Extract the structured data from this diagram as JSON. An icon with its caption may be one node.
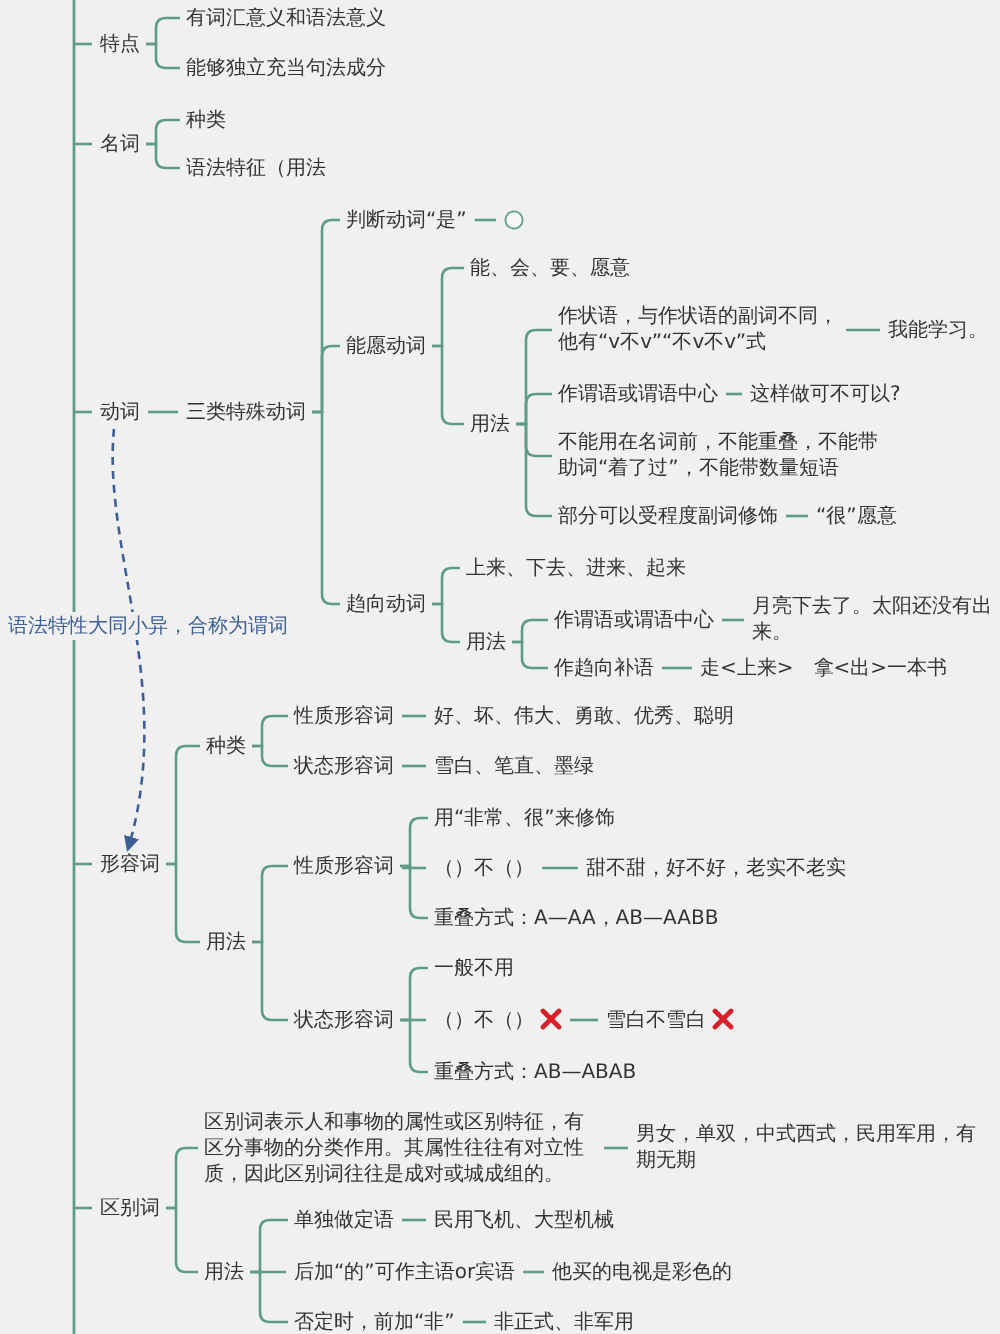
{
  "diagram": {
    "nodes": [
      {
        "text": [
          "特点"
        ]
      },
      {
        "text": [
          "有词汇意义和语法意义"
        ]
      },
      {
        "text": [
          "能够独立充当句法成分"
        ]
      },
      {
        "text": [
          "名词"
        ]
      },
      {
        "text": [
          "种类"
        ]
      },
      {
        "text": [
          "语法特征（用法"
        ]
      },
      {
        "text": [
          "动词"
        ]
      },
      {
        "text": [
          "三类特殊动词"
        ]
      },
      {
        "text": [
          "判断动词“是”"
        ]
      },
      {
        "text": [],
        "shape": "circle"
      },
      {
        "text": [
          "能愿动词"
        ]
      },
      {
        "text": [
          "能、会、要、愿意"
        ]
      },
      {
        "text": [
          "用法"
        ]
      },
      {
        "text": [
          "作状语，与作状语的副词不同，他有“v不v”“不v不v”式"
        ]
      },
      {
        "text": [
          "我能学习。"
        ]
      },
      {
        "text": [
          "作谓语或谓语中心"
        ]
      },
      {
        "text": [
          "这样做可不可以?"
        ]
      },
      {
        "text": [
          "不能用在名词前，不能重叠，不能带助词“着了过”，不能带数量短语"
        ]
      },
      {
        "text": [
          "部分可以受程度副词修饰"
        ]
      },
      {
        "text": [
          "“很”愿意"
        ]
      },
      {
        "text": [
          "趋向动词"
        ]
      },
      {
        "text": [
          "上来、下去、进来、起来"
        ]
      },
      {
        "text": [
          "用法"
        ]
      },
      {
        "text": [
          "作谓语或谓语中心"
        ]
      },
      {
        "text": [
          "月亮下去了。太阳还没有出来。"
        ]
      },
      {
        "text": [
          "作趋向补语"
        ]
      },
      {
        "text": [
          "走<上来>　拿<出>一本书"
        ]
      },
      {
        "text": [
          "形容词"
        ]
      },
      {
        "text": [
          "种类"
        ]
      },
      {
        "text": [
          "性质形容词"
        ]
      },
      {
        "text": [
          "好、坏、伟大、勇敢、优秀、聪明"
        ]
      },
      {
        "text": [
          "状态形容词"
        ]
      },
      {
        "text": [
          "雪白、笔直、墨绿"
        ]
      },
      {
        "text": [
          "用法"
        ]
      },
      {
        "text": [
          "性质形容词"
        ]
      },
      {
        "text": [
          "用“非常、很”来修饰"
        ]
      },
      {
        "text": [
          "（）不（）"
        ]
      },
      {
        "text": [
          "甜不甜，好不好，老实不老实"
        ]
      },
      {
        "text": [
          "重叠方式：A—AA，AB—AABB"
        ]
      },
      {
        "text": [
          "状态形容词"
        ]
      },
      {
        "text": [
          "一般不用"
        ]
      },
      {
        "text": [
          "（）不（）"
        ]
      },
      {
        "text": [
          "雪白不雪白"
        ]
      },
      {
        "text": [
          "重叠方式：AB—ABAB"
        ]
      },
      {
        "text": [
          "区别词"
        ]
      },
      {
        "text": [
          "区别词表示人和事物的属性或区别特征，有区分事物的分类作用。其属性往往有对立性质，因此区别词往往是成对或城成组的。"
        ]
      },
      {
        "text": [
          "男女，单双，中式西式，民用军用，有期无期"
        ]
      },
      {
        "text": [
          "用法"
        ]
      },
      {
        "text": [
          "单独做定语"
        ]
      },
      {
        "text": [
          "民用飞机、大型机械"
        ]
      },
      {
        "text": [
          "后加“的”可作主语or宾语"
        ]
      },
      {
        "text": [
          "他买的电视是彩色的"
        ]
      },
      {
        "text": [
          "否定时，前加“非”"
        ]
      },
      {
        "text": [
          "非正式、非军用"
        ]
      }
    ],
    "edges": [
      {
        "from": null,
        "to": 0,
        "arrow": "none"
      },
      {
        "from": 0,
        "to": 1,
        "arrow": "none"
      },
      {
        "from": 0,
        "to": 2,
        "arrow": "none"
      },
      {
        "from": null,
        "to": 3,
        "arrow": "none"
      },
      {
        "from": 3,
        "to": 4,
        "arrow": "none"
      },
      {
        "from": 3,
        "to": 5,
        "arrow": "none"
      },
      {
        "from": null,
        "to": 6,
        "arrow": "none"
      },
      {
        "from": 6,
        "to": 7,
        "arrow": "none"
      },
      {
        "from": 7,
        "to": 8,
        "arrow": "none"
      },
      {
        "from": 8,
        "to": 9,
        "arrow": "none"
      },
      {
        "from": 7,
        "to": 10,
        "arrow": "none"
      },
      {
        "from": 10,
        "to": 11,
        "arrow": "none"
      },
      {
        "from": 10,
        "to": 12,
        "arrow": "none"
      },
      {
        "from": 12,
        "to": 13,
        "arrow": "none"
      },
      {
        "from": 13,
        "to": 14,
        "arrow": "none"
      },
      {
        "from": 12,
        "to": 15,
        "arrow": "none"
      },
      {
        "from": 15,
        "to": 16,
        "arrow": "none"
      },
      {
        "from": 12,
        "to": 17,
        "arrow": "none"
      },
      {
        "from": 12,
        "to": 18,
        "arrow": "none"
      },
      {
        "from": 18,
        "to": 19,
        "arrow": "none"
      },
      {
        "from": 7,
        "to": 20,
        "arrow": "none"
      },
      {
        "from": 20,
        "to": 21,
        "arrow": "none"
      },
      {
        "from": 20,
        "to": 22,
        "arrow": "none"
      },
      {
        "from": 22,
        "to": 23,
        "arrow": "none"
      },
      {
        "from": 23,
        "to": 24,
        "arrow": "none"
      },
      {
        "from": 22,
        "to": 25,
        "arrow": "none"
      },
      {
        "from": 25,
        "to": 26,
        "arrow": "none"
      },
      {
        "from": 6,
        "to": 27,
        "arrow": "to",
        "label": "语法特性大同小异，合称为谓词",
        "style": "dashed",
        "color": "#3d5f96"
      },
      {
        "from": null,
        "to": 27,
        "arrow": "none"
      },
      {
        "from": 27,
        "to": 28,
        "arrow": "none"
      },
      {
        "from": 28,
        "to": 29,
        "arrow": "none"
      },
      {
        "from": 29,
        "to": 30,
        "arrow": "none"
      },
      {
        "from": 28,
        "to": 31,
        "arrow": "none"
      },
      {
        "from": 31,
        "to": 32,
        "arrow": "none"
      },
      {
        "from": 27,
        "to": 33,
        "arrow": "none"
      },
      {
        "from": 33,
        "to": 34,
        "arrow": "none"
      },
      {
        "from": 34,
        "to": 35,
        "arrow": "none"
      },
      {
        "from": 34,
        "to": 36,
        "arrow": "none"
      },
      {
        "from": 36,
        "to": 37,
        "arrow": "none"
      },
      {
        "from": 34,
        "to": 38,
        "arrow": "none"
      },
      {
        "from": 33,
        "to": 39,
        "arrow": "none"
      },
      {
        "from": 39,
        "to": 40,
        "arrow": "none"
      },
      {
        "from": 39,
        "to": 41,
        "arrow": "none"
      },
      {
        "from": 41,
        "to": 42,
        "arrow": "none"
      },
      {
        "from": 39,
        "to": 43,
        "arrow": "none"
      },
      {
        "from": null,
        "to": 44,
        "arrow": "none"
      },
      {
        "from": 44,
        "to": 45,
        "arrow": "none"
      },
      {
        "from": 45,
        "to": 46,
        "arrow": "none"
      },
      {
        "from": 44,
        "to": 47,
        "arrow": "none"
      },
      {
        "from": 47,
        "to": 48,
        "arrow": "none"
      },
      {
        "from": 48,
        "to": 49,
        "arrow": "none"
      },
      {
        "from": 47,
        "to": 50,
        "arrow": "none"
      },
      {
        "from": 50,
        "to": 51,
        "arrow": "none"
      },
      {
        "from": 47,
        "to": 52,
        "arrow": "none"
      },
      {
        "from": 52,
        "to": 53,
        "arrow": "none"
      }
    ]
  }
}
